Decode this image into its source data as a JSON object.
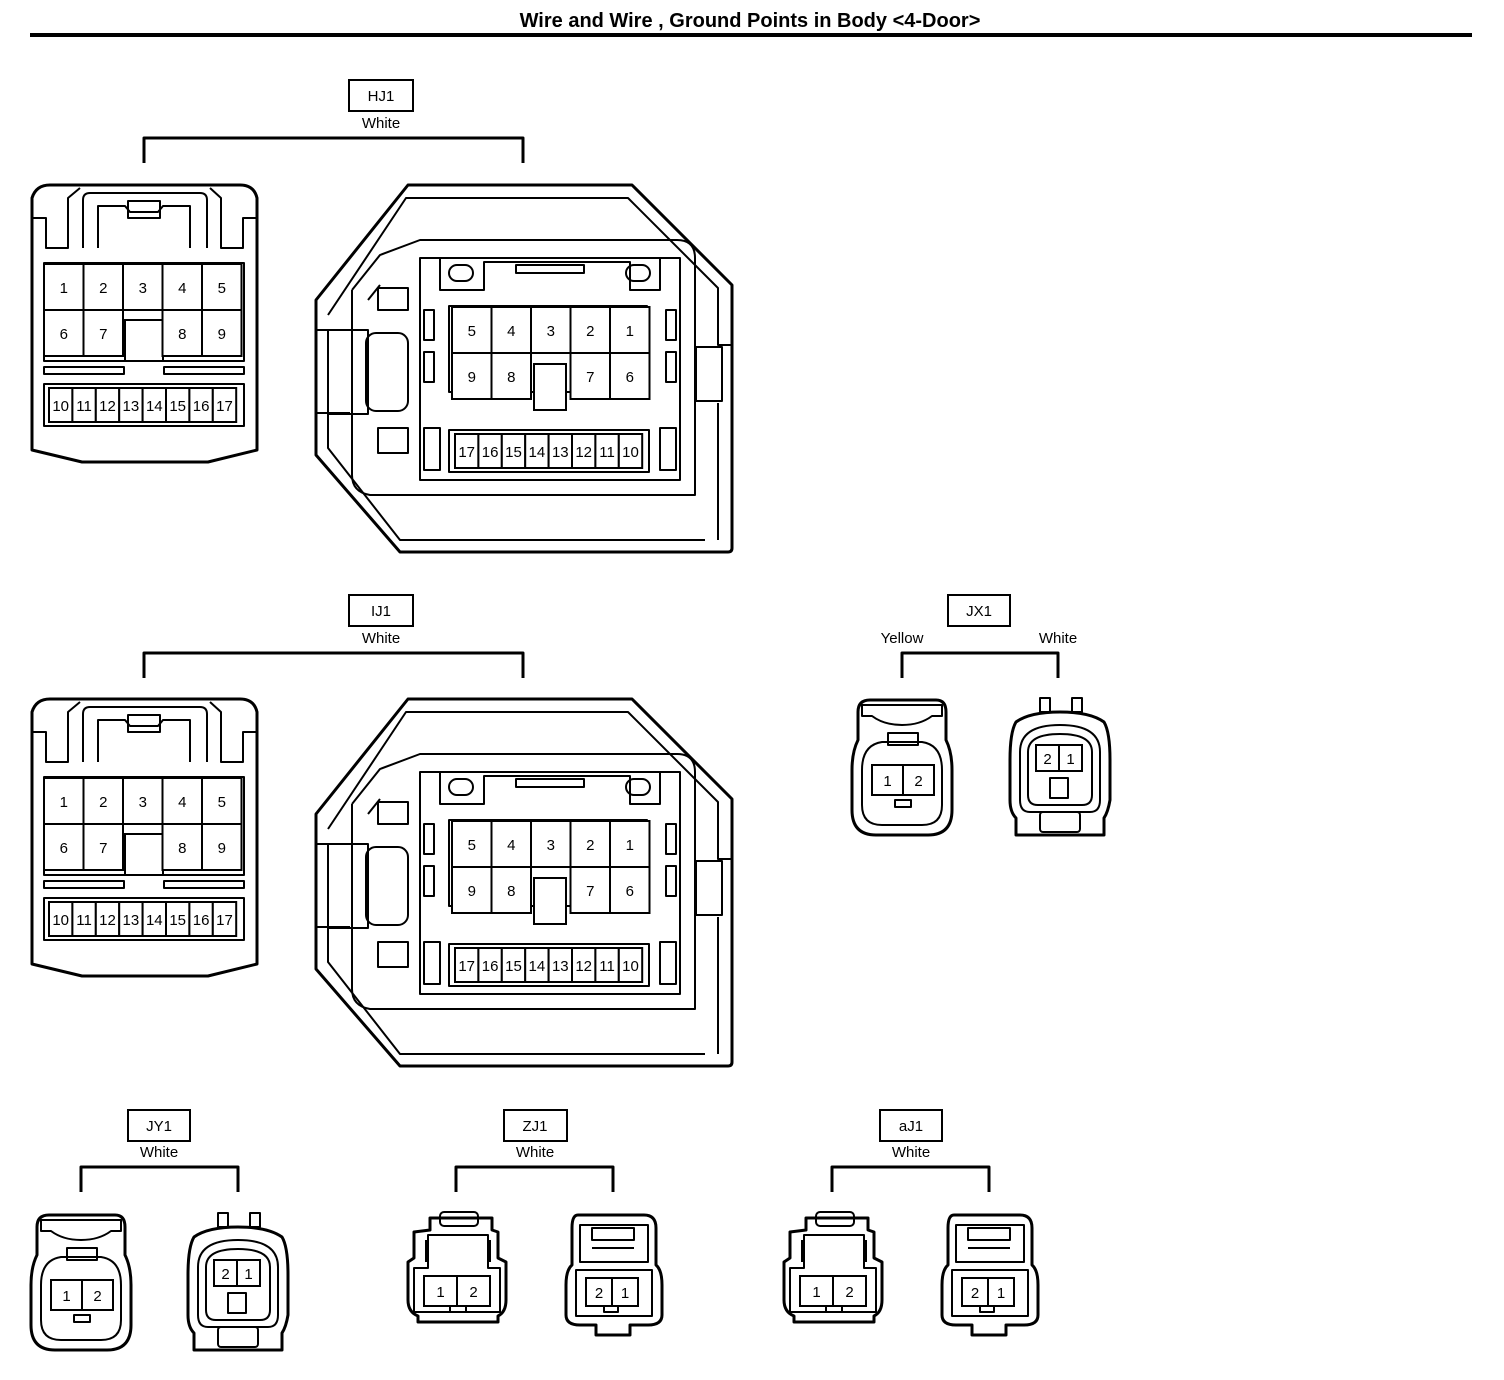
{
  "title": "Wire and Wire , Ground Points in Body <4-Door>",
  "connectors": {
    "hj1": {
      "name": "HJ1",
      "color": "White"
    },
    "ij1": {
      "name": "IJ1",
      "color": "White"
    },
    "jx1": {
      "name": "JX1",
      "color_left": "Yellow",
      "color_right": "White"
    },
    "jy1": {
      "name": "JY1",
      "color": "White"
    },
    "zj1": {
      "name": "ZJ1",
      "color": "White"
    },
    "aj1": {
      "name": "aJ1",
      "color": "White"
    }
  },
  "pinouts": {
    "large_male": {
      "top_row": [
        "1",
        "2",
        "3",
        "4",
        "5"
      ],
      "mid_row": [
        "6",
        "7",
        "",
        "8",
        "9"
      ],
      "bottom_row": [
        "10",
        "11",
        "12",
        "13",
        "14",
        "15",
        "16",
        "17"
      ]
    },
    "large_female": {
      "top_row": [
        "5",
        "4",
        "3",
        "2",
        "1"
      ],
      "mid_row": [
        "9",
        "8",
        "",
        "7",
        "6"
      ],
      "bottom_row": [
        "17",
        "16",
        "15",
        "14",
        "13",
        "12",
        "11",
        "10"
      ]
    },
    "small_male": [
      "1",
      "2"
    ],
    "small_female": [
      "2",
      "1"
    ]
  }
}
